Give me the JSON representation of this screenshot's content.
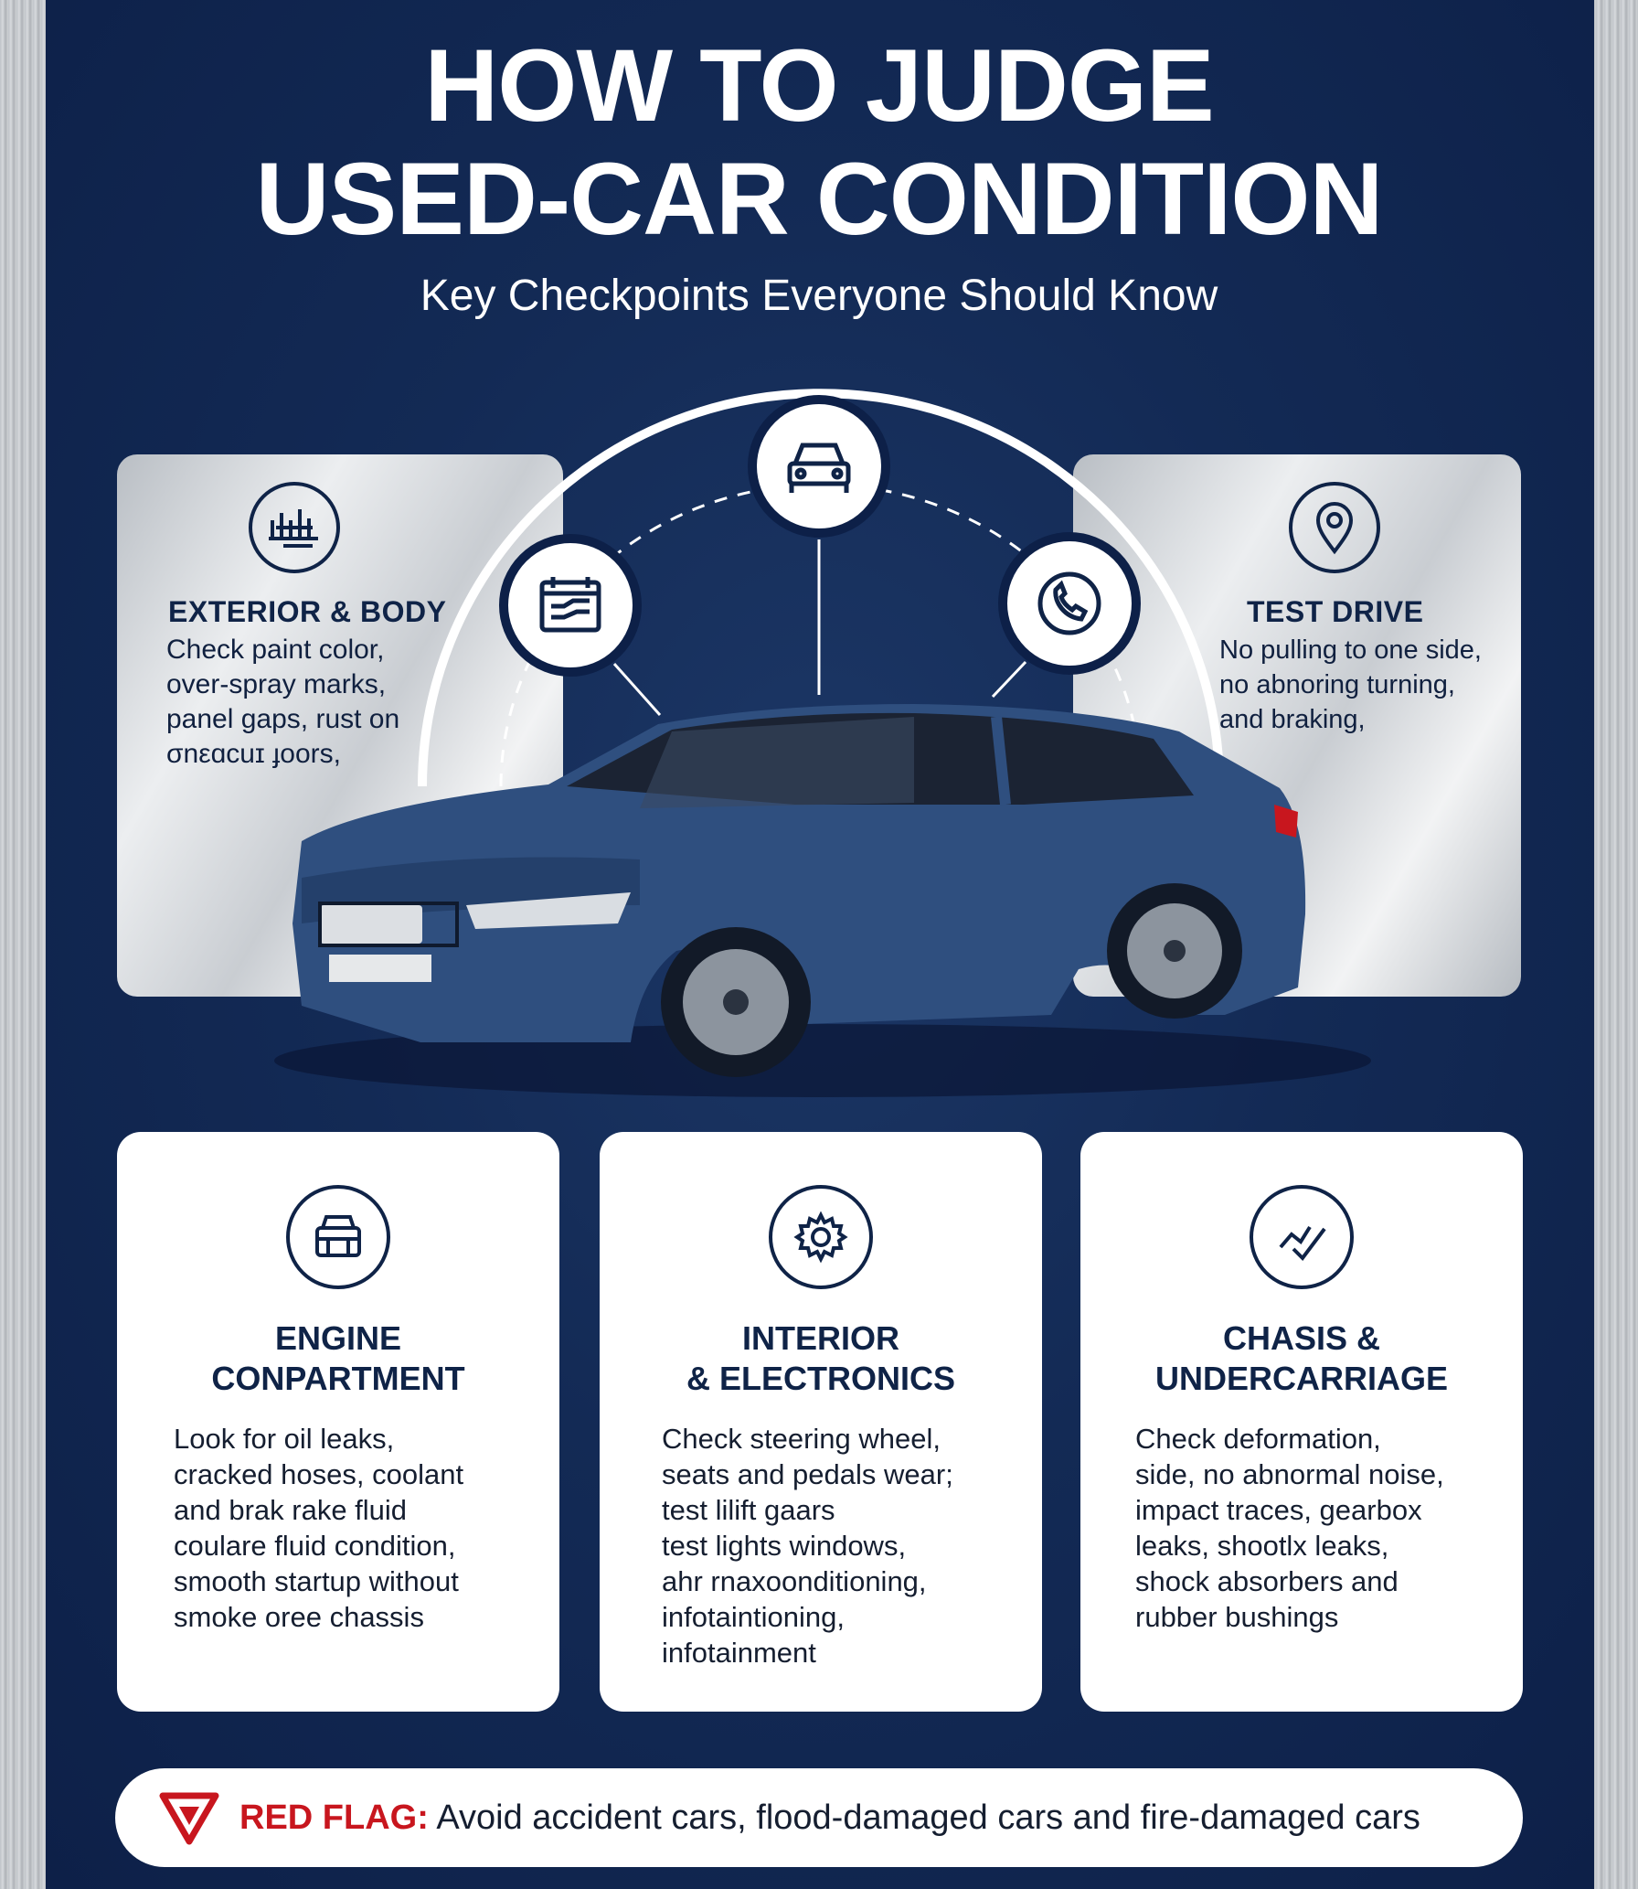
{
  "header": {
    "title_line1": "HOW TO JUDGE",
    "title_line2": "USED-CAR CONDITION",
    "subtitle": "Key Checkpoints Everyone Should Know"
  },
  "exterior": {
    "icon": "body-panel-icon",
    "title": "EXTERIOR & BODY",
    "text": "Check paint color,\nover-spray marks,\npanel gaps, rust on\nσnεɑcuɪ ɟoors,"
  },
  "test_drive": {
    "icon": "location-pin-icon",
    "title": "TEST DRIVE",
    "text": "No pulling to one side,\nno abnoring turning,\nand braking,"
  },
  "nodes": [
    "car-front-icon",
    "checklist-icon",
    "steering-phone-icon"
  ],
  "cards": [
    {
      "icon": "engine-icon",
      "title": "ENGINE\nCONPARTMENT",
      "text": "Look for oil leaks,\ncracked hoses, coolant\nand brak rake fluid\ncoulare fluid condition,\nsmooth startup without\nsmoke oree chassis"
    },
    {
      "icon": "gear-icon",
      "title": "INTERIOR\n& ELECTRONICS",
      "text": "Check steering wheel,\nseats and pedals wear;\ntest lilift gaars\ntest lights windows,\nahr rnaxoonditioning,\ninfotaintioning,\ninfotainment"
    },
    {
      "icon": "chart-check-icon",
      "title": "CHASIS &\nUNDERCARRIAGE",
      "text": "Check deformation,\nside, no abnormal noise,\nimpact traces, gearbox\nleaks, shootlx leaks,\nshock absorbers and\nrubber bushings"
    }
  ],
  "red_flag": {
    "icon": "warning-triangle-icon",
    "label": "RED FLAG:",
    "text": " Avoid accident cars, flood-damaged cars and fire-damaged cars"
  },
  "colors": {
    "navy": "#132a55",
    "dark_navy": "#0f2347",
    "red": "#c8161e",
    "car_blue": "#2f4f7f"
  }
}
